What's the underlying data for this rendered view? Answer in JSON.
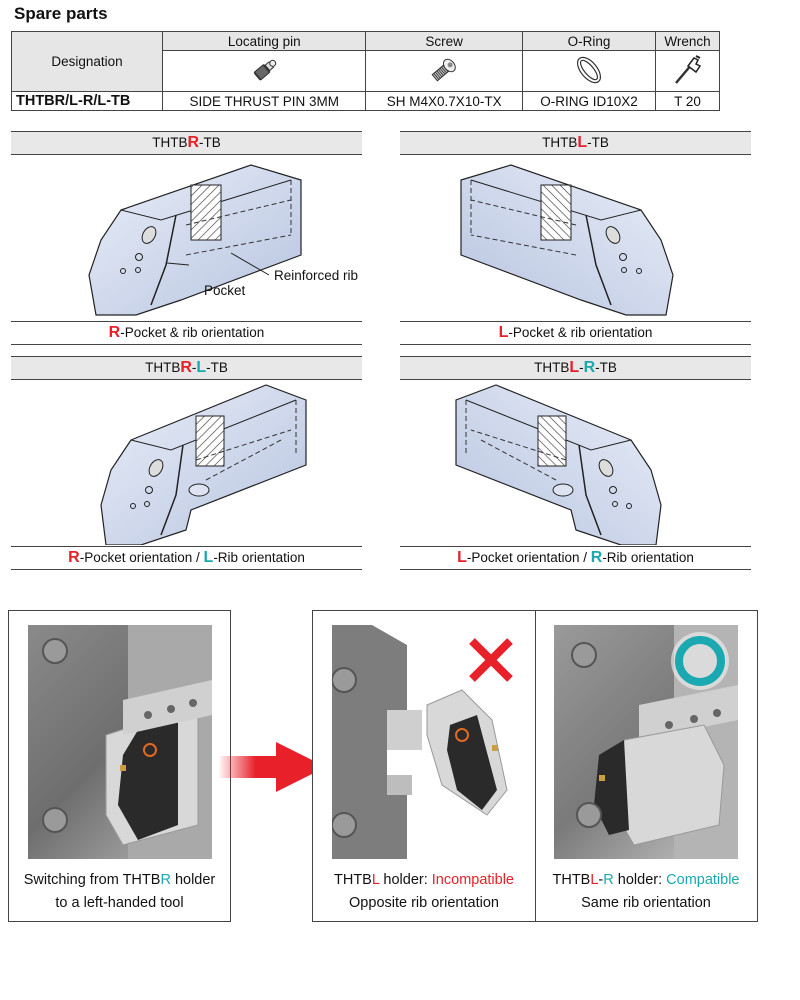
{
  "page_title": "Spare parts",
  "spare_parts_table": {
    "row_header": "Designation",
    "columns": [
      {
        "name": "Locating pin",
        "icon": "locating-pin-icon",
        "value": "SIDE THRUST PIN 3MM"
      },
      {
        "name": "Screw",
        "icon": "screw-icon",
        "value": "SH M4X0.7X10-TX"
      },
      {
        "name": "O-Ring",
        "icon": "o-ring-icon",
        "value": "O-RING ID10X2"
      },
      {
        "name": "Wrench",
        "icon": "wrench-icon",
        "value": "T 20"
      }
    ],
    "designation": "THTBR/L-R/L-TB"
  },
  "diagrams": [
    {
      "title": {
        "prefix": "THTB",
        "a": "R",
        "sep": "",
        "b": "",
        "suffix": "-TB"
      },
      "caption": {
        "a": "R",
        "a_text": "-Pocket & rib orientation",
        "mid": "",
        "b": "",
        "b_text": ""
      },
      "callouts": {
        "pocket": "Pocket",
        "rib": "Reinforced rib"
      }
    },
    {
      "title": {
        "prefix": "THTB",
        "a": "L",
        "sep": "",
        "b": "",
        "suffix": "-TB"
      },
      "caption": {
        "a": "L",
        "a_text": "-Pocket & rib orientation",
        "mid": "",
        "b": "",
        "b_text": ""
      }
    },
    {
      "title": {
        "prefix": "THTB",
        "a": "R",
        "sep": "-",
        "b": "L",
        "suffix": "-TB"
      },
      "caption": {
        "a": "R",
        "a_text": "-Pocket orientation / ",
        "b": "L",
        "b_text": "-Rib orientation"
      }
    },
    {
      "title": {
        "prefix": "THTB",
        "a": "L",
        "sep": "-",
        "b": "R",
        "suffix": "-TB"
      },
      "caption": {
        "a": "L",
        "a_text": "-Pocket orientation / ",
        "b": "R",
        "b_text": "-Rib orientation"
      }
    }
  ],
  "comparison": {
    "switching": {
      "line1_pre": "Switching from THTB",
      "line1_hl": "R",
      "line1_post": " holder",
      "line2": "to a left-handed tool"
    },
    "incompatible": {
      "prefix": "THTB",
      "hand": "L",
      "mid": " holder: ",
      "status": "Incompatible",
      "line2": "Opposite rib orientation",
      "mark": "cross-mark-icon"
    },
    "compatible": {
      "prefix": "THTB",
      "hand_a": "L",
      "dash": "-",
      "hand_b": "R",
      "mid": " holder: ",
      "status": "Compatible",
      "line2": "Same rib orientation",
      "mark": "circle-mark-icon"
    }
  },
  "colors": {
    "red": "#e8202a",
    "teal": "#1aa9b0",
    "header_gray": "#e6e6e6",
    "diagram_blue": "#c9d4ea"
  }
}
